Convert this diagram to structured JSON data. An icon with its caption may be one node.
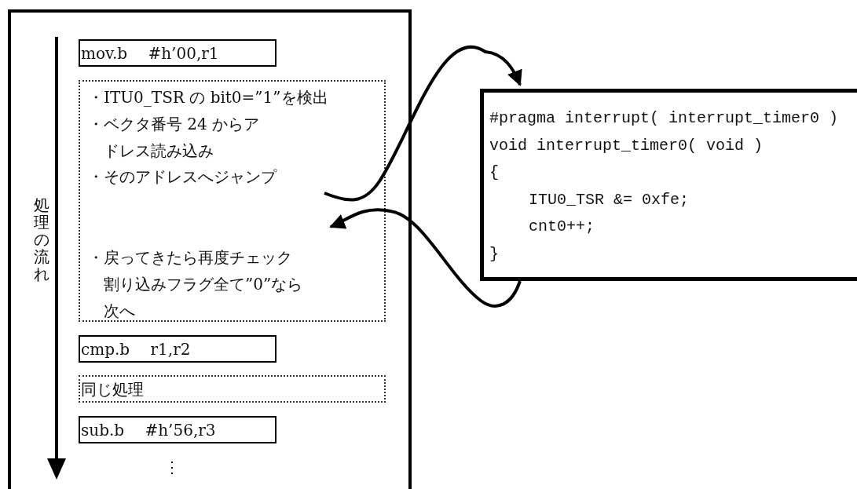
{
  "diagram": {
    "nodes": [
      {
        "text": [],
        "shape": "box"
      },
      {
        "text": [
          "mov.b　 #h’00,r1"
        ],
        "in": 0
      },
      {
        "text": [
          "・ITU0_TSR の bit0=”1”を検出",
          "・ベクタ番号 24 からアドレス読み込み",
          "・そのアドレスへジャンプ",
          "・戻ってきたら再度チェック割り込みフラグ全て”0”なら次へ"
        ],
        "in": 0
      },
      {
        "text": [
          "cmp.b　 r1,r2"
        ],
        "in": 0
      },
      {
        "text": [
          "同じ処理"
        ],
        "in": 0
      },
      {
        "text": [
          "sub.b　 #h’56,r3"
        ],
        "in": 0
      },
      {
        "text": [
          "#pragma interrupt( interrupt_timer0 )",
          "void interrupt_timer0( void )",
          "{",
          "ITU0_TSR &= 0xfe;",
          "cnt0++;",
          "}"
        ]
      }
    ],
    "edges": [
      {
        "from": 2,
        "to": 6,
        "arrow": "to"
      },
      {
        "from": 6,
        "to": 2,
        "arrow": "to"
      }
    ],
    "labels": [
      "処理の流れ",
      "⋮"
    ]
  }
}
